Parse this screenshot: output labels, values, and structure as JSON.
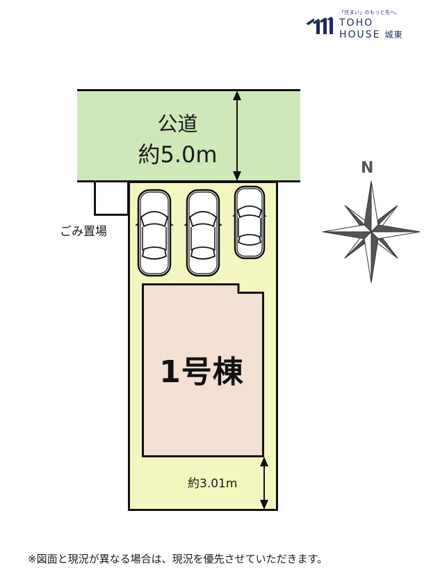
{
  "logo": {
    "tagline": "「住まい」のもっと先へ。",
    "line1": "TOHO",
    "line2": "HOUSE",
    "branch": "城東",
    "color": "#1d2a5c"
  },
  "road": {
    "name": "公道",
    "width": "約5.0m",
    "color": "#cfe8b8"
  },
  "garbage": {
    "label": "ごみ置場"
  },
  "lot": {
    "color": "#f4f6c0",
    "parking_spaces": 3
  },
  "building": {
    "label": "1号棟",
    "color": "#f3e0d3"
  },
  "dimension": {
    "setback": "約3.01m"
  },
  "compass": {
    "north_label": "N",
    "color": "#555555"
  },
  "footer": {
    "note": "※図面と現況が異なる場合は、現況を優先させていただきます。"
  }
}
